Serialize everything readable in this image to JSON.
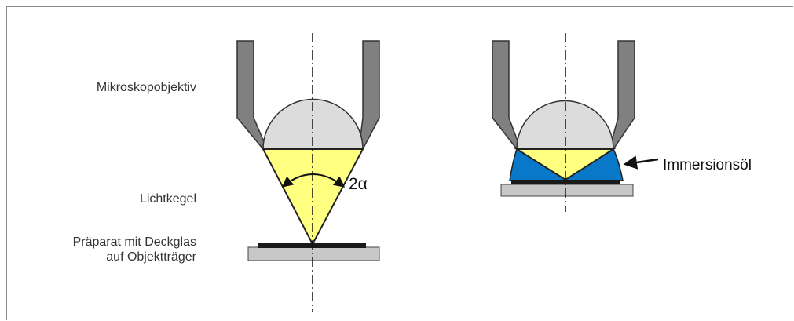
{
  "labels": {
    "objective": "Mikroskopobjektiv",
    "light_cone": "Lichtkegel",
    "specimen_line1": "Präparat mit Deckglas",
    "specimen_line2": "auf Objektträger",
    "angle": "2α",
    "immersion_oil": "Immersionsöl"
  },
  "colors": {
    "housing": "#808080",
    "lens": "#dcdcdc",
    "light_cone": "#ffff80",
    "oil": "#0a78c8",
    "slide": "#c8c8c8",
    "cover_glass": "#1a1a1a",
    "outline": "#222222"
  }
}
